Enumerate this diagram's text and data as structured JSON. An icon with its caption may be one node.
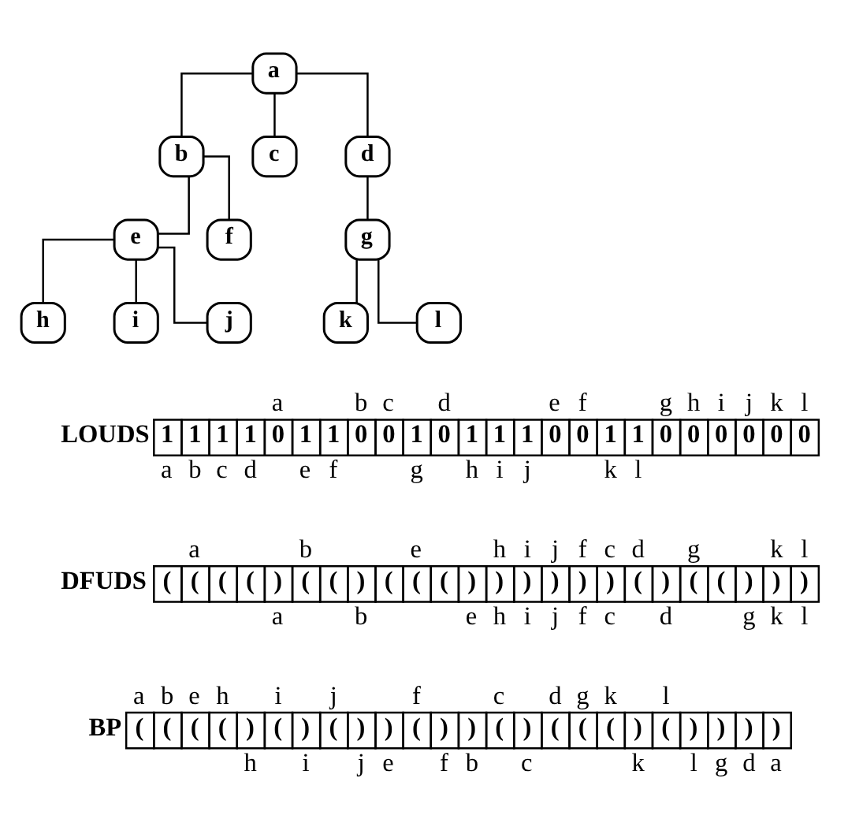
{
  "diagram": {
    "nodes": [
      {
        "text": [
          "a"
        ]
      },
      {
        "text": [
          "b"
        ]
      },
      {
        "text": [
          "c"
        ]
      },
      {
        "text": [
          "d"
        ]
      },
      {
        "text": [
          "e"
        ]
      },
      {
        "text": [
          "f"
        ]
      },
      {
        "text": [
          "g"
        ]
      },
      {
        "text": [
          "h"
        ]
      },
      {
        "text": [
          "i"
        ]
      },
      {
        "text": [
          "j"
        ]
      },
      {
        "text": [
          "k"
        ]
      },
      {
        "text": [
          "l"
        ]
      }
    ],
    "edges": [
      {
        "from": 0,
        "to": 1,
        "arrow": "none"
      },
      {
        "from": 0,
        "to": 2,
        "arrow": "none"
      },
      {
        "from": 0,
        "to": 3,
        "arrow": "none"
      },
      {
        "from": 1,
        "to": 4,
        "arrow": "none"
      },
      {
        "from": 1,
        "to": 5,
        "arrow": "none"
      },
      {
        "from": 3,
        "to": 6,
        "arrow": "none"
      },
      {
        "from": 4,
        "to": 7,
        "arrow": "none"
      },
      {
        "from": 4,
        "to": 8,
        "arrow": "none"
      },
      {
        "from": 4,
        "to": 9,
        "arrow": "none"
      },
      {
        "from": 6,
        "to": 10,
        "arrow": "none"
      },
      {
        "from": 6,
        "to": 11,
        "arrow": "none"
      }
    ],
    "labels": [
      "a",
      "b",
      "c",
      "d",
      "e",
      "f",
      "g",
      "h",
      "i",
      "j",
      "k",
      "l",
      "LOUDS",
      "1",
      "1",
      "1",
      "1",
      "0",
      "1",
      "1",
      "0",
      "0",
      "1",
      "0",
      "1",
      "1",
      "1",
      "0",
      "0",
      "1",
      "1",
      "0",
      "0",
      "0",
      "0",
      "0",
      "0",
      "a",
      "b",
      "c",
      "d",
      "e",
      "f",
      "g",
      "h",
      "i",
      "j",
      "k",
      "l",
      "a",
      "b",
      "e",
      "h",
      "i",
      "j",
      "f",
      "c",
      "d",
      "g",
      "k",
      "l",
      "DFUDS",
      "(",
      "(",
      "(",
      "(",
      ")",
      "(",
      "(",
      ")",
      "(",
      "(",
      "(",
      ")",
      ")",
      ")",
      ")",
      ")",
      ")",
      "(",
      ")",
      "(",
      "(",
      ")",
      ")",
      ")",
      "a",
      "b",
      "e",
      "h",
      "i",
      "j",
      "f",
      "c",
      "d",
      "g",
      "k",
      "l",
      "a",
      "b",
      "e",
      "h",
      "i",
      "j",
      "f",
      "c",
      "d",
      "g",
      "k",
      "l",
      "BP",
      "(",
      "(",
      "(",
      "(",
      ")",
      "(",
      ")",
      "(",
      ")",
      ")",
      "(",
      ")",
      ")",
      "(",
      ")",
      "(",
      "(",
      "(",
      ")",
      "(",
      ")",
      ")",
      ")",
      ")",
      "h",
      "i",
      "j",
      "e",
      "f",
      "b",
      "c",
      "k",
      "l",
      "g",
      "d",
      "a"
    ]
  }
}
